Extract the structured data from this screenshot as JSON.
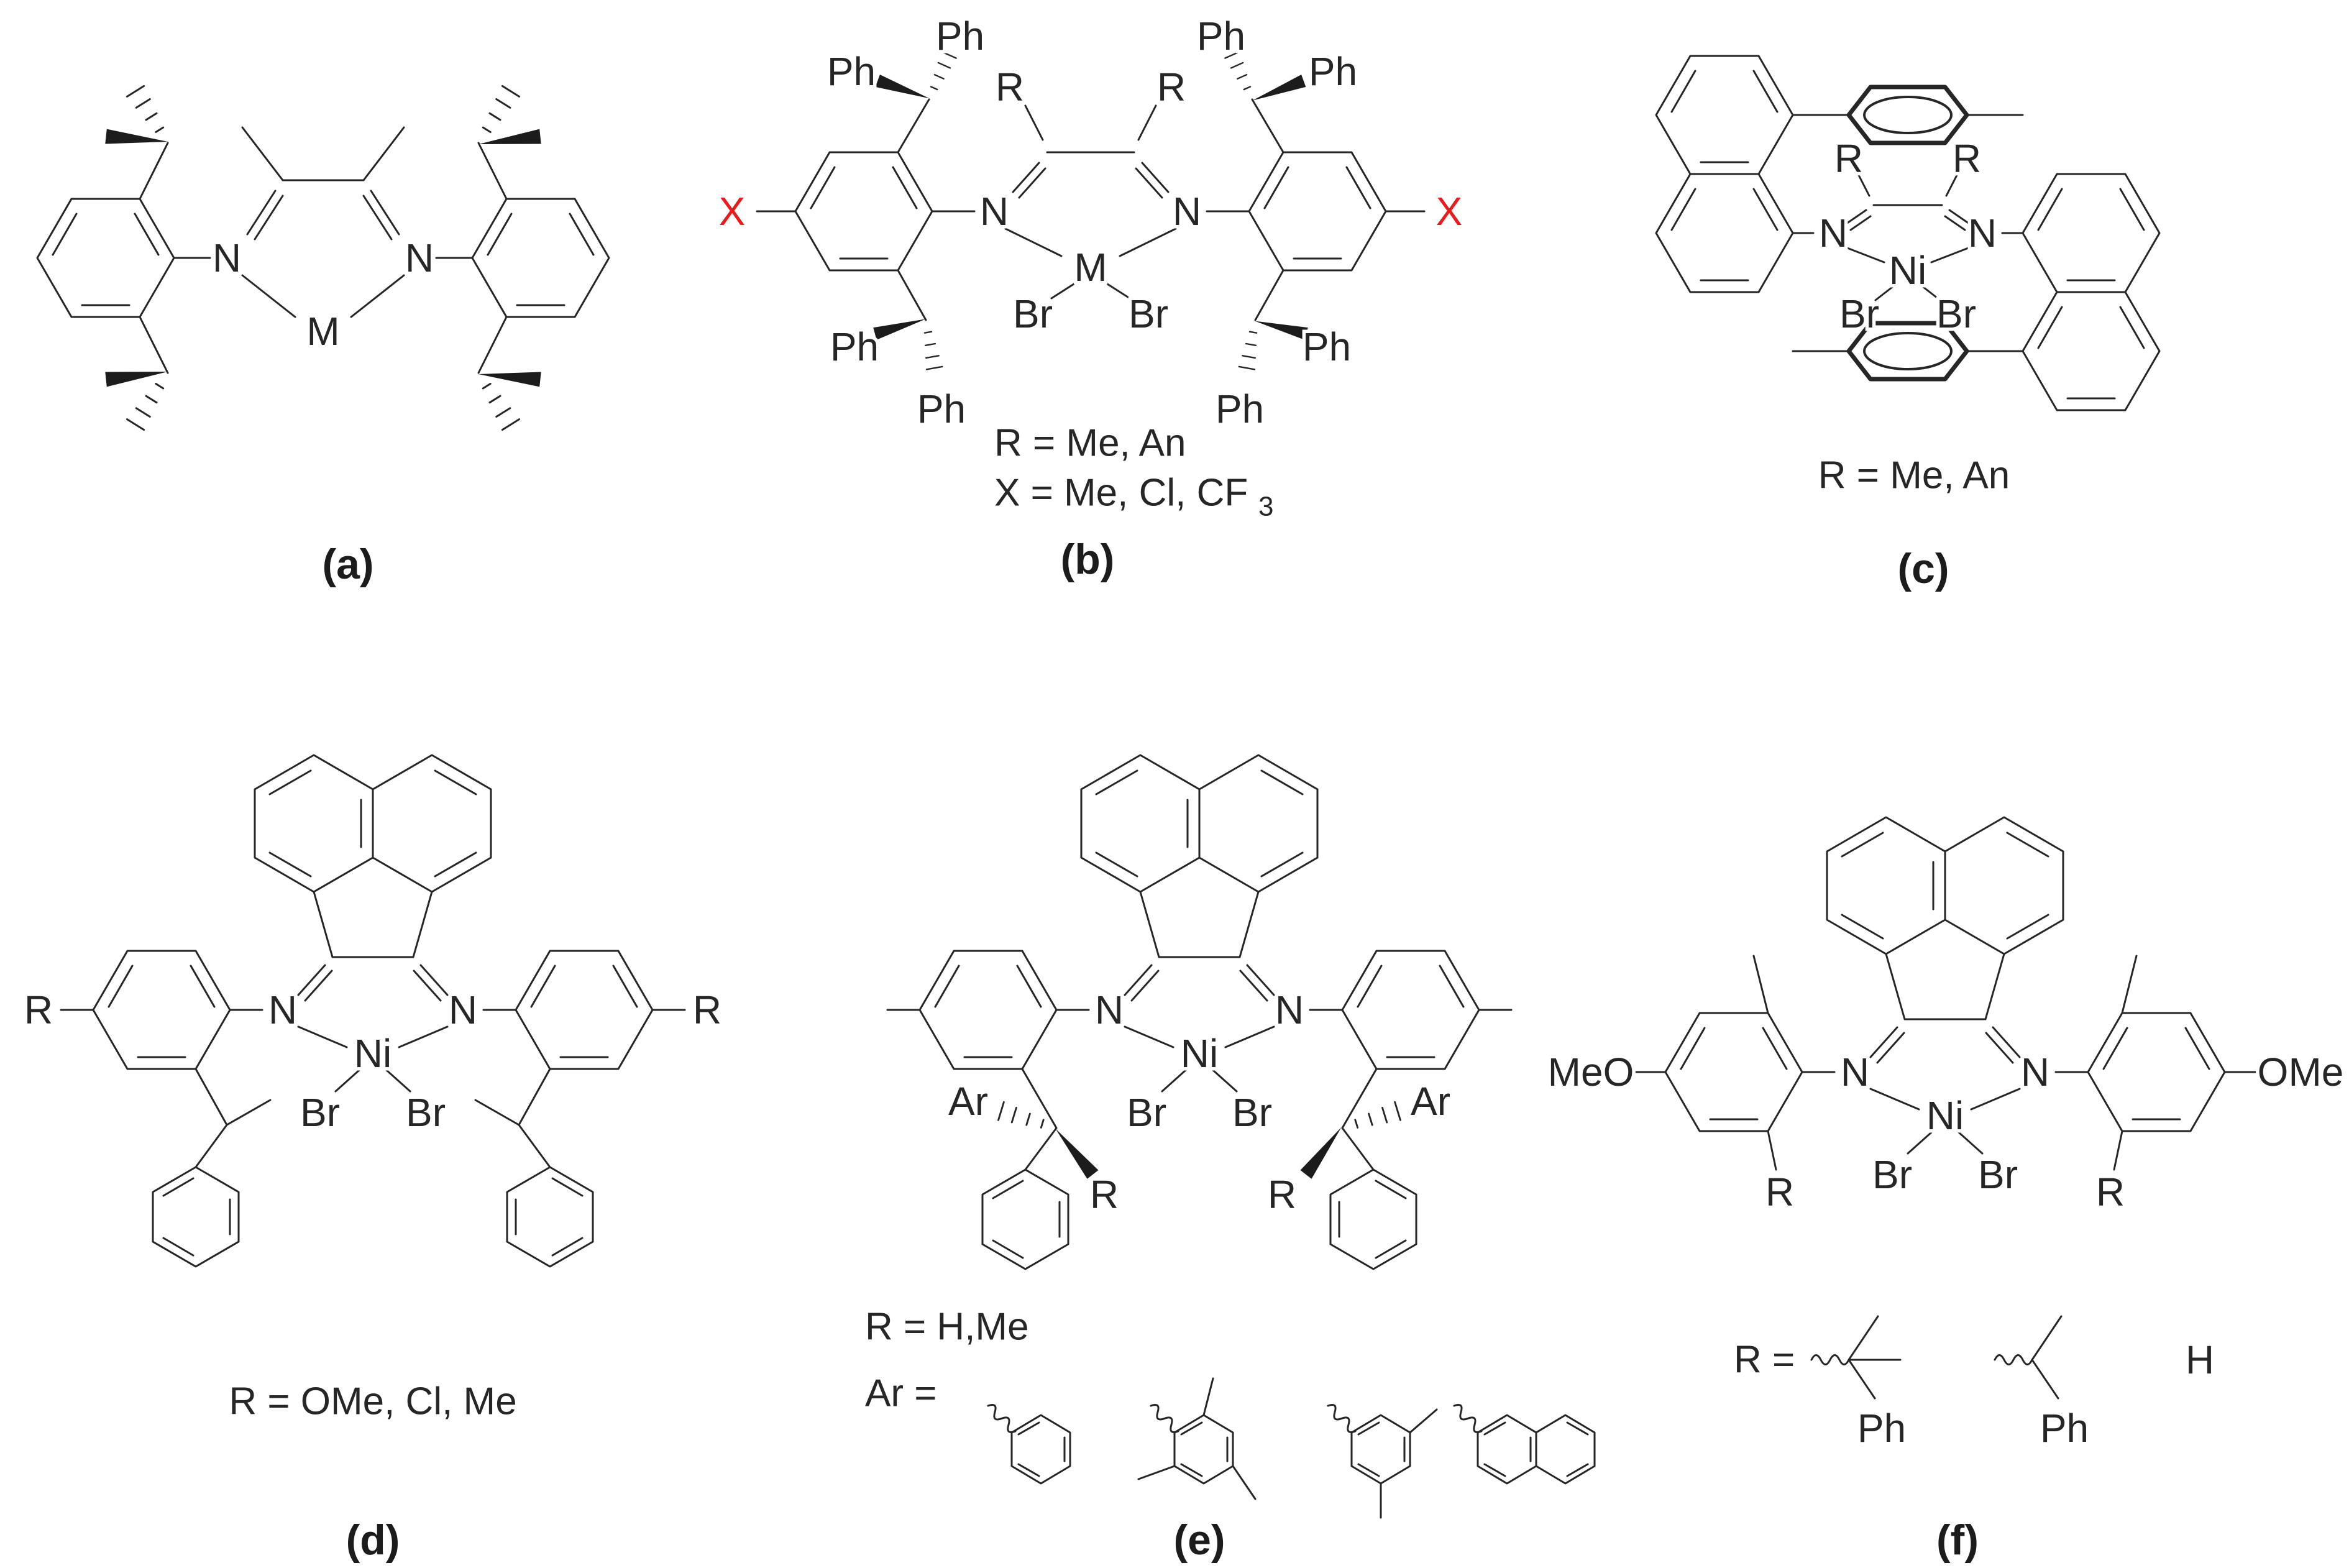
{
  "figure": {
    "background": "#ffffff",
    "line_color": "#262626",
    "highlight_color": "#e81c1c"
  },
  "labels": {
    "N": "N",
    "M": "M",
    "Ni": "Ni",
    "Br": "Br",
    "Ph": "Ph",
    "R": "R",
    "X": "X",
    "Ar": "Ar",
    "MeO": "MeO",
    "OMe": "OMe",
    "H": "H"
  },
  "structures": {
    "a": {
      "label": "(a)"
    },
    "b": {
      "label": "(b)",
      "r_line": "R = Me, An",
      "x_line": "X = Me, Cl, CF",
      "x_line_sub": "3"
    },
    "c": {
      "label": "(c)",
      "r_line": "R = Me, An"
    },
    "d": {
      "label": "(d)",
      "r_line": "R = OMe, Cl, Me"
    },
    "e": {
      "label": "(e)",
      "r_line": "R = H,Me",
      "ar_line": "Ar ="
    },
    "f": {
      "label": "(f)",
      "r_prefix": "R ="
    }
  }
}
